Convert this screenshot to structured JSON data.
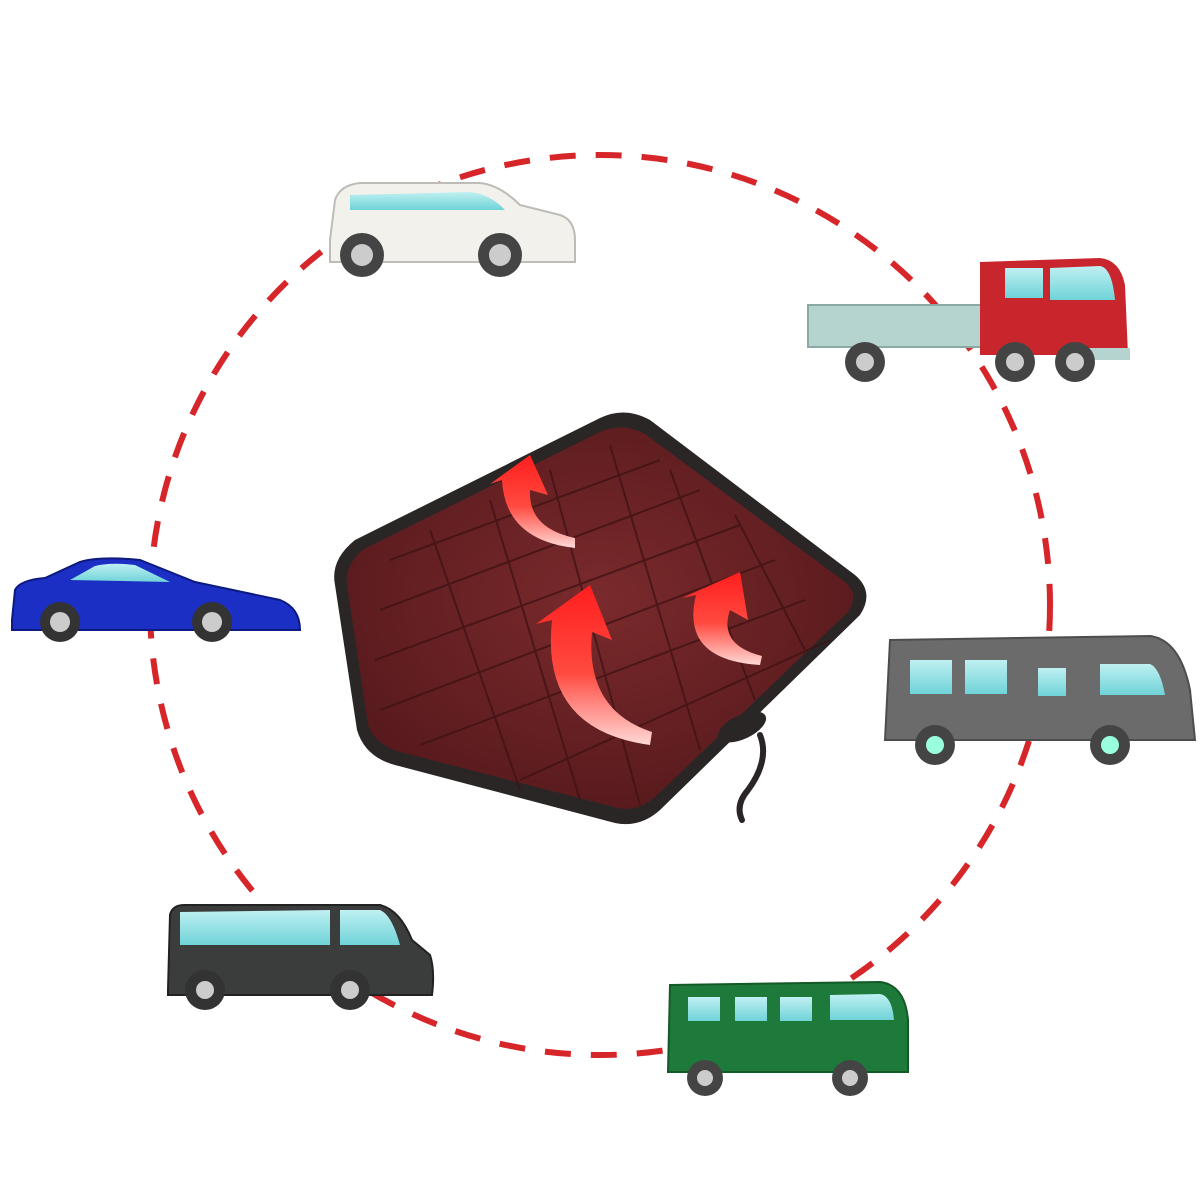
{
  "scene": {
    "background": "#ffffff",
    "ring_color": "#d7262a",
    "cushion": {
      "fabric_color": "#6a2326",
      "border_color": "#2a2626",
      "heat_arrow_color": "#ff2a25",
      "heat_arrow_count": 3,
      "has_power_cord": true
    },
    "vehicles": [
      {
        "name": "white-hatchback-car",
        "body_color": "#f2f1ec"
      },
      {
        "name": "red-flatbed-truck",
        "body_color": "#c8262c"
      },
      {
        "name": "gray-rv-camper",
        "body_color": "#6b6b6b"
      },
      {
        "name": "green-minibus",
        "body_color": "#1e7a3a"
      },
      {
        "name": "dark-gray-minivan",
        "body_color": "#3b3d3c"
      },
      {
        "name": "blue-sports-car",
        "body_color": "#1c2fc4"
      }
    ]
  }
}
